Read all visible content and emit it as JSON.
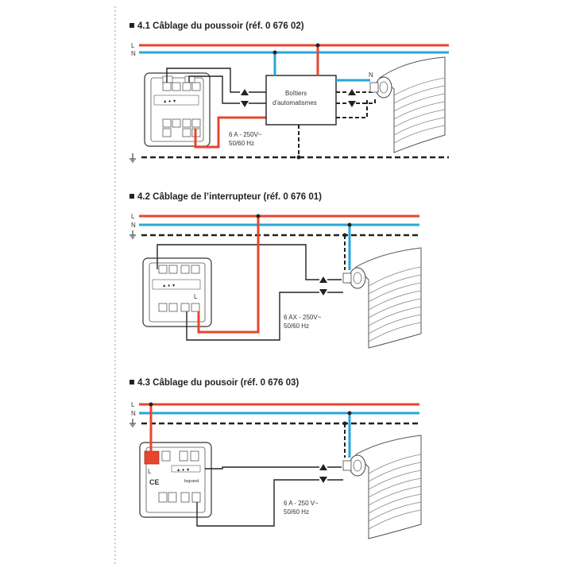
{
  "sections": [
    {
      "title": "4.1 Câblage du poussoir  (réf. 0 676 02)",
      "line_l": "L",
      "line_n": "N",
      "box_line1": "Boîtiers",
      "box_line2": "d'automatismes",
      "rating_line1": "6 A - 250V~",
      "rating_line2": "50/60 Hz",
      "motor_n": "N"
    },
    {
      "title": "4.2 Câblage de l’interrupteur (réf. 0 676 01)",
      "line_l": "L",
      "line_n": "N",
      "rating_line1": "6 AX - 250V~",
      "rating_line2": "50/60 Hz",
      "module_l": "L"
    },
    {
      "title": "4.3 Câblage du pousoir (réf. 0 676 03)",
      "line_l": "L",
      "line_n": "N",
      "rating_line1": "6 A - 250 V~",
      "rating_line2": "50/60 Hz",
      "module_l": "L",
      "module_ce": "CE",
      "module_brand": "legrand"
    }
  ],
  "colors": {
    "phase": "#e8452d",
    "neutral": "#2aa6da",
    "earth": "#222222",
    "wire": "#222222"
  },
  "icons": {
    "earth": "earth-ground-icon",
    "up": "up-arrow-icon",
    "down": "down-arrow-icon",
    "motor": "shutter-motor-icon"
  }
}
